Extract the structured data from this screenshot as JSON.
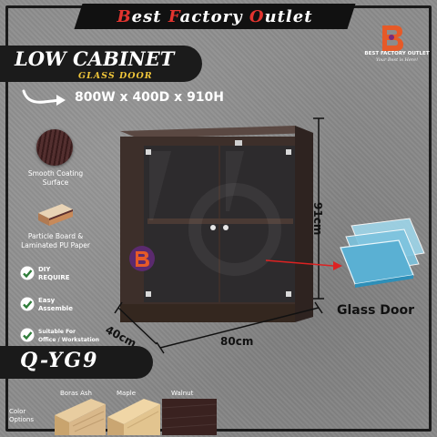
{
  "banner": {
    "words": [
      {
        "first": "B",
        "rest": "est"
      },
      {
        "first": "F",
        "rest": "actory"
      },
      {
        "first": "O",
        "rest": "utlet"
      }
    ]
  },
  "brand": {
    "name": "BEST FACTORY OUTLET",
    "slogan": "Your Best is Here!"
  },
  "product": {
    "title": "LOW CABINET",
    "subtitle": "GLASS DOOR",
    "dimensions": "800W x 400D x 910H",
    "model": "Q-YG9"
  },
  "features": [
    {
      "label": "Smooth Coating Surface"
    },
    {
      "label": "Particle Board & Laminated PU Paper"
    }
  ],
  "checks": [
    {
      "line1": "DIY",
      "line2": "REQUIRE"
    },
    {
      "line1": "Easy",
      "line2": "Assemble"
    },
    {
      "line1": "Suitable For",
      "line2": "Office / Workstation"
    }
  ],
  "measurements": {
    "width": "80cm",
    "depth": "40cm",
    "height": "91cm"
  },
  "glass": {
    "label": "Glass Door"
  },
  "color_options": {
    "label_line1": "Color",
    "label_line2": "Options",
    "items": [
      {
        "name": "Boras Ash",
        "color": "#d9b88a"
      },
      {
        "name": "Maple",
        "color": "#e2c48f"
      },
      {
        "name": "Walnut",
        "color": "#3a2220"
      }
    ]
  },
  "colors": {
    "accent_red": "#e3342f",
    "accent_yellow": "#f0c63a",
    "cabinet": "#3d2f2a",
    "check_green": "#2f7d3a"
  }
}
